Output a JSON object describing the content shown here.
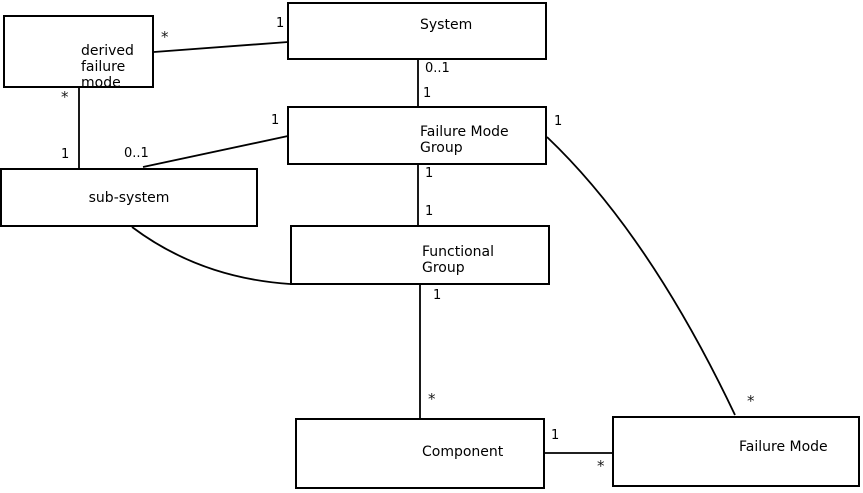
{
  "diagram": {
    "title": "failure-mode entity relationship diagram",
    "background_color": "#ffffff",
    "line_color": "#000000",
    "boxes": [
      {
        "id": "derived-failure-mode",
        "label": "derived\nfailure\nmode"
      },
      {
        "id": "system",
        "label": "System"
      },
      {
        "id": "failure-mode-group",
        "label": "Failure Mode\nGroup"
      },
      {
        "id": "sub-system",
        "label": "sub-system"
      },
      {
        "id": "functional-group",
        "label": "Functional\nGroup"
      },
      {
        "id": "component",
        "label": "Component"
      },
      {
        "id": "failure-mode",
        "label": "Failure Mode"
      }
    ],
    "multiplicities": [
      {
        "text": "*",
        "association": "derived-failure-mode to system, near derived failure mode"
      },
      {
        "text": "1",
        "association": "derived-failure-mode to system, near system"
      },
      {
        "text": "*",
        "association": "derived-failure-mode to sub-system, near derived failure mode"
      },
      {
        "text": "1",
        "association": "derived-failure-mode to sub-system, near sub-system"
      },
      {
        "text": "0..1",
        "association": "sub-system to failure-mode-group, near sub-system"
      },
      {
        "text": "1",
        "association": "sub-system to failure-mode-group, near failure-mode-group"
      },
      {
        "text": "0..1",
        "association": "system to failure-mode-group, near system"
      },
      {
        "text": "1",
        "association": "system to failure-mode-group, near failure-mode-group"
      },
      {
        "text": "1",
        "association": "failure-mode-group to functional-group, near failure-mode-group"
      },
      {
        "text": "1",
        "association": "failure-mode-group to functional-group, near functional-group"
      },
      {
        "text": "1",
        "association": "functional-group to component, near functional-group"
      },
      {
        "text": "*",
        "association": "functional-group to component, near component"
      },
      {
        "text": "1",
        "association": "failure-mode-group to failure-mode, near failure-mode-group"
      },
      {
        "text": "*",
        "association": "failure-mode-group to failure-mode, near failure-mode"
      },
      {
        "text": "1",
        "association": "component to failure-mode, near component"
      },
      {
        "text": "*",
        "association": "component to failure-mode, near failure-mode"
      }
    ]
  }
}
